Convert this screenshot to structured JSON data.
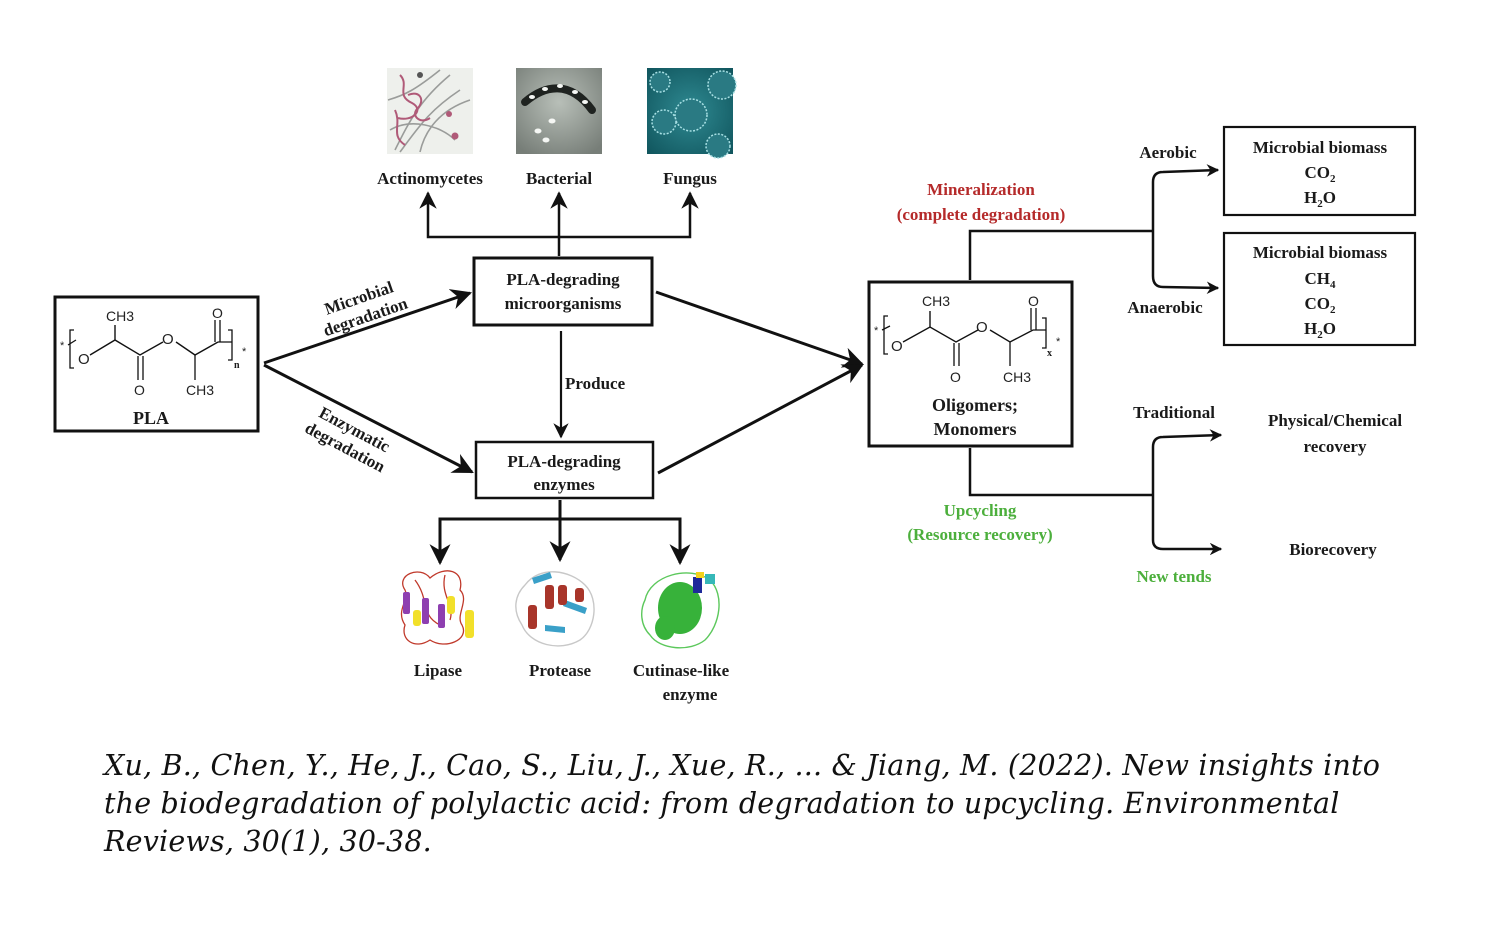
{
  "diagram": {
    "pla_box": {
      "label": "PLA",
      "structure": {
        "top_left": "CH3",
        "top_right": "O",
        "bottom_left": "O",
        "bottom_right": "CH3",
        "o1": "O",
        "o2": "O",
        "star": "*",
        "subscript": "n"
      }
    },
    "edges": {
      "microbial": [
        "Microbial",
        "degradation"
      ],
      "enzymatic": [
        "Enzymatic",
        "degradation"
      ],
      "produce": "Produce"
    },
    "microorganisms_box": {
      "line1": "PLA-degrading",
      "line2": "microorganisms"
    },
    "enzymes_box": {
      "line1": "PLA-degrading",
      "line2": "enzymes"
    },
    "microbes": [
      {
        "label": "Actinomycetes",
        "icon": "actinomycetes-image"
      },
      {
        "label": "Bacterial",
        "icon": "bacteria-image"
      },
      {
        "label": "Fungus",
        "icon": "fungus-image"
      }
    ],
    "enzymes": [
      {
        "label": "Lipase",
        "icon": "lipase-protein-structure"
      },
      {
        "label": "Protease",
        "icon": "protease-protein-structure"
      },
      {
        "label": "Cutinase-like",
        "label2": "enzyme",
        "icon": "cutinase-protein-structure"
      }
    ],
    "oligomers_box": {
      "line1": "Oligomers;",
      "line2": "Monomers",
      "structure": {
        "top_left": "CH3",
        "top_right": "O",
        "bottom_left": "O",
        "bottom_right": "CH3",
        "o1": "O",
        "o2": "O",
        "star": "*",
        "subscript": "x"
      }
    },
    "mineralization": {
      "line1": "Mineralization",
      "line2": "(complete degradation)",
      "color": "#b52a2a"
    },
    "aerobic_label": "Aerobic",
    "anaerobic_label": "Anaerobic",
    "aerobic_box": {
      "line1": "Microbial biomass",
      "co2": "CO",
      "co2_sub": "2",
      "h2o_h": "H",
      "h2o_sub": "2",
      "h2o_o": "O"
    },
    "anaerobic_box": {
      "line1": "Microbial biomass",
      "ch4": "CH",
      "ch4_sub": "4",
      "co2": "CO",
      "co2_sub": "2",
      "h2o_h": "H",
      "h2o_sub": "2",
      "h2o_o": "O"
    },
    "upcycling": {
      "line1": "Upcycling",
      "line2": "(Resource recovery)",
      "color": "#4caf3c"
    },
    "traditional_label": "Traditional",
    "new_tends_label": "New tends",
    "physical_chemical": {
      "line1": "Physical/Chemical",
      "line2": "recovery"
    },
    "biorecovery": "Biorecovery"
  },
  "citation": {
    "text": "Xu, B., Chen, Y., He, J., Cao, S., Liu, J., Xue, R., ... & Jiang, M. (2022). New insights into the biodegradation of polylactic acid: from degradation to upcycling. Environmental Reviews, 30(1), 30-38."
  }
}
